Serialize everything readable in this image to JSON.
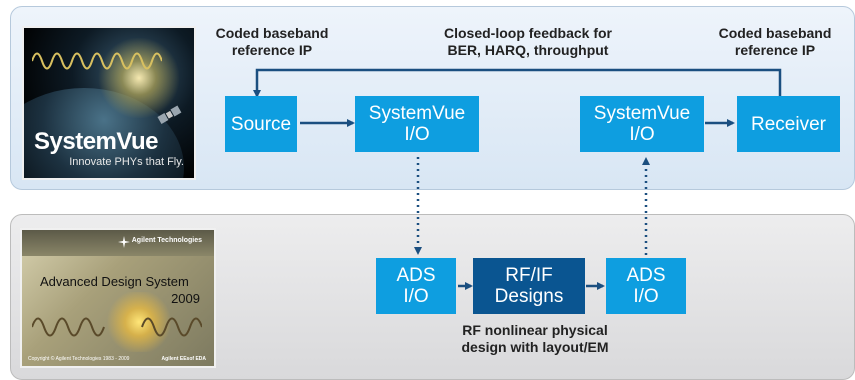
{
  "colors": {
    "box": "#0e9ee0",
    "box_dark": "#0a5591",
    "arrow": "#1b4f80",
    "panel_top": "#dde9f5",
    "panel_bottom": "#e3e3e4"
  },
  "notes": {
    "left": [
      "Coded baseband",
      "reference IP"
    ],
    "center": [
      "Closed-loop feedback for",
      "BER, HARQ, throughput"
    ],
    "right": [
      "Coded baseband",
      "reference IP"
    ],
    "bottom": [
      "RF nonlinear physical",
      "design with layout/EM"
    ]
  },
  "boxes": {
    "source": [
      "Source"
    ],
    "sv_io_left": [
      "SystemVue",
      "I/O"
    ],
    "sv_io_right": [
      "SystemVue",
      "I/O"
    ],
    "receiver": [
      "Receiver"
    ],
    "ads_io_left": [
      "ADS",
      "I/O"
    ],
    "rf_if": [
      "RF/IF",
      "Designs"
    ],
    "ads_io_right": [
      "ADS",
      "I/O"
    ]
  },
  "logos": {
    "systemvue": {
      "name": "SystemVue",
      "tagline": "Innovate PHYs that Fly.",
      "icons": [
        "satellite-icon",
        "waveform-icon"
      ]
    },
    "ads": {
      "brand": "Agilent Technologies",
      "title": "Advanced Design System",
      "year": "2009",
      "copyright": "Copyright © Agilent Technologies 1983 - 2009",
      "footer": "Agilent EEsof EDA",
      "icons": [
        "agilent-spark-icon",
        "waveform-icon"
      ]
    }
  }
}
